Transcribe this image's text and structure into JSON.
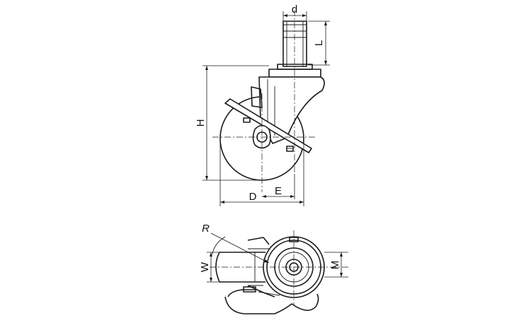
{
  "colors": {
    "line": "#1a1a1a",
    "background": "#ffffff"
  },
  "labels": {
    "d": "d",
    "L": "L",
    "H": "H",
    "D": "D",
    "E": "E",
    "R": "R",
    "W": "W",
    "M": "M"
  }
}
